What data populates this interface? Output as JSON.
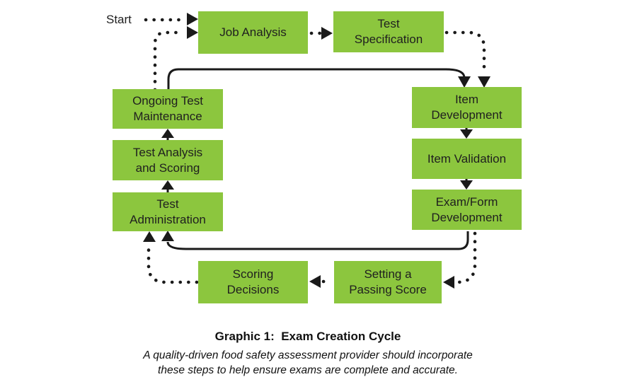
{
  "colors": {
    "node_fill": "#8cc63e",
    "node_text": "#1f1f1f",
    "line": "#1a1a1a",
    "background": "#ffffff"
  },
  "start_label": "Start",
  "nodes": {
    "job_analysis": {
      "label": "Job Analysis"
    },
    "test_specification": {
      "label": "Test\nSpecification"
    },
    "item_development": {
      "label": "Item\nDevelopment"
    },
    "item_validation": {
      "label": "Item Validation"
    },
    "exam_form_development": {
      "label": "Exam/Form\nDevelopment"
    },
    "setting_passing_score": {
      "label": "Setting a\nPassing Score"
    },
    "scoring_decisions": {
      "label": "Scoring\nDecisions"
    },
    "test_administration": {
      "label": "Test\nAdministration"
    },
    "test_analysis_scoring": {
      "label": "Test Analysis\nand Scoring"
    },
    "ongoing_test_maintenance": {
      "label": "Ongoing Test\nMaintenance"
    }
  },
  "caption": {
    "title": "Graphic 1:  Exam Creation Cycle",
    "line1": "A quality-driven food safety assessment provider should incorporate",
    "line2": "these steps to help ensure exams are complete and accurate."
  }
}
